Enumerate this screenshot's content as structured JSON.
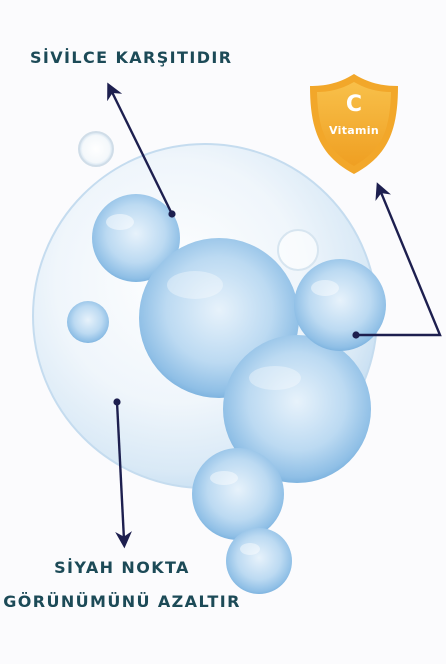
{
  "labels": {
    "acne": "SİVİLCE KARŞITIDIR",
    "blackhead_line1": "SİYAH NOKTA",
    "blackhead_line2": "GÖRÜNÜMÜNÜ AZALTIR"
  },
  "badge": {
    "letter": "C",
    "word": "Vitamin",
    "colors": {
      "outer": "#f2a72a",
      "inner": "#f6b93b",
      "text": "#ffffff"
    }
  },
  "colors": {
    "background": "#fbfbfd",
    "label_text": "#1c4a57",
    "arrow": "#1d1f4f",
    "bubble_blue": "#8fc1e6"
  }
}
